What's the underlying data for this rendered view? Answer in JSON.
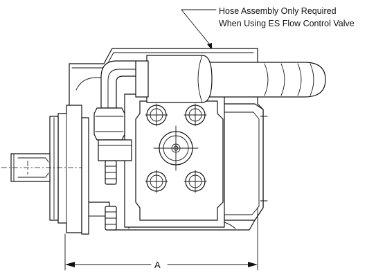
{
  "callout": {
    "line1": "Hose Assembly Only Required",
    "line2": "When Using ES Flow Control Valve"
  },
  "dimension": {
    "label": "A"
  }
}
